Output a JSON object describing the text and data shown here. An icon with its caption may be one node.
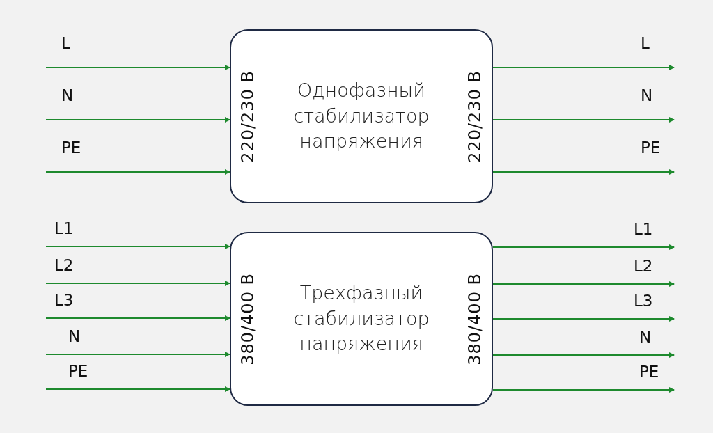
{
  "diagram": {
    "nodes": [
      {
        "text": [
          "220/230 В",
          "Однофазный стабилизатор напряжения",
          "220/230 В"
        ]
      },
      {
        "text": [
          "380/400 В",
          "Трехфазный стабилизатор напряжения",
          "380/400 В"
        ]
      }
    ],
    "edges": [
      {
        "from": null,
        "to": 0,
        "arrow": "to",
        "label": "L"
      },
      {
        "from": null,
        "to": 0,
        "arrow": "to",
        "label": "N"
      },
      {
        "from": null,
        "to": 0,
        "arrow": "to",
        "label": "PE"
      },
      {
        "from": 0,
        "to": null,
        "arrow": "to",
        "label": "L"
      },
      {
        "from": 0,
        "to": null,
        "arrow": "to",
        "label": "N"
      },
      {
        "from": 0,
        "to": null,
        "arrow": "to",
        "label": "PE"
      },
      {
        "from": null,
        "to": 1,
        "arrow": "to",
        "label": "L1"
      },
      {
        "from": null,
        "to": 1,
        "arrow": "to",
        "label": "L2"
      },
      {
        "from": null,
        "to": 1,
        "arrow": "to",
        "label": "L3"
      },
      {
        "from": null,
        "to": 1,
        "arrow": "to",
        "label": "N"
      },
      {
        "from": null,
        "to": 1,
        "arrow": "to",
        "label": "PE"
      },
      {
        "from": 1,
        "to": null,
        "arrow": "to",
        "label": "L1"
      },
      {
        "from": 1,
        "to": null,
        "arrow": "to",
        "label": "L2"
      },
      {
        "from": 1,
        "to": null,
        "arrow": "to",
        "label": "L3"
      },
      {
        "from": 1,
        "to": null,
        "arrow": "to",
        "label": "N"
      },
      {
        "from": 1,
        "to": null,
        "arrow": "to",
        "label": "PE"
      }
    ]
  }
}
